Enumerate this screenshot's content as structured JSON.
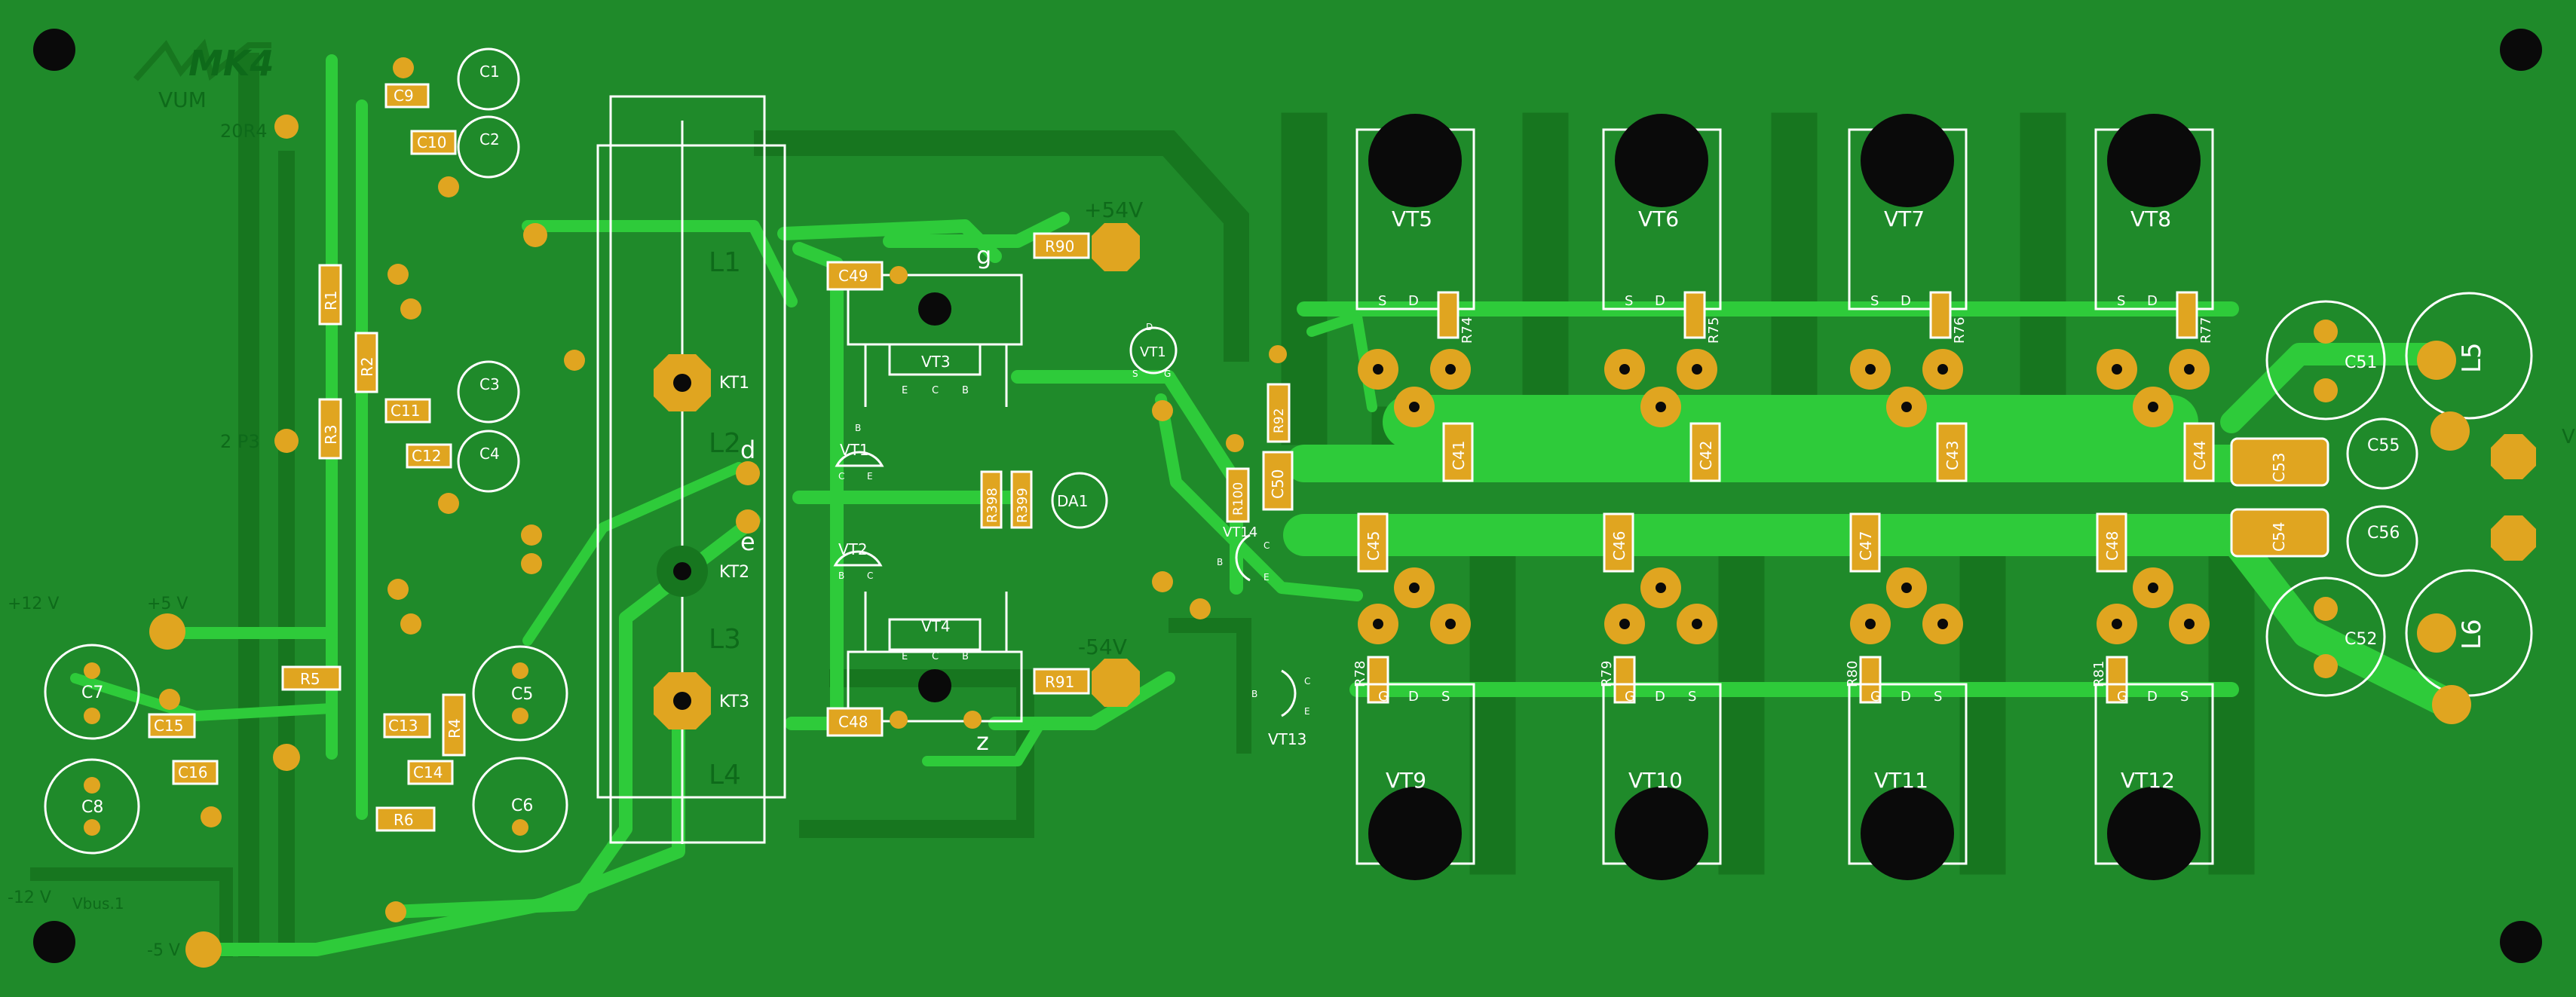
{
  "logo": {
    "mark": "MK4",
    "sub": "VUM"
  },
  "rails": {
    "pos54": "+54V",
    "neg54": "-54V",
    "pos12": "+12 V",
    "neg12": "-12 V",
    "pos5": "+5 V",
    "neg5": "-5 V",
    "v": "V"
  },
  "nets": {
    "g": "g",
    "d": "d",
    "e": "e",
    "z": "z"
  },
  "silk_misc": {
    "r20": "20R4",
    "r2p3": "2 P3",
    "vb": "Vbus.1"
  },
  "connectors": [
    "KT1",
    "KT2",
    "KT3"
  ],
  "inductors": [
    "L1",
    "L2",
    "L3",
    "L4",
    "L5",
    "L6"
  ],
  "caps_left": [
    "C9",
    "C10",
    "C11",
    "C12",
    "C13",
    "C14",
    "C15",
    "C16"
  ],
  "caps_elec": [
    "C1",
    "C2",
    "C3",
    "C4",
    "C5",
    "C6",
    "C7",
    "C8"
  ],
  "resistors_left": [
    "R1",
    "R2",
    "R3",
    "R4",
    "R5",
    "R6"
  ],
  "driver": {
    "vt3": "VT3",
    "vt4": "VT4",
    "vt1": "VT1",
    "vt2": "VT2",
    "c49": "C49",
    "c48": "C48",
    "r90": "R90",
    "r91": "R91",
    "r398": "R398",
    "r399": "R399",
    "da": "DA1",
    "vt13": "VT13",
    "vt14": "VT14",
    "vt_x": "VT1",
    "r100": "R100",
    "r92": "R92",
    "c50": "C50"
  },
  "pin_labels": {
    "ecb": [
      "E",
      "C",
      "B"
    ],
    "bce": [
      "B",
      "C",
      "E"
    ],
    "sdg": [
      "S",
      "D",
      "G"
    ],
    "gds": [
      "G",
      "D",
      "S"
    ]
  },
  "fets_top": [
    "VT5",
    "VT6",
    "VT7",
    "VT8"
  ],
  "fets_bottom": [
    "VT9",
    "VT10",
    "VT11",
    "VT12"
  ],
  "res_top": [
    "R74",
    "R75",
    "R76",
    "R77"
  ],
  "res_bottom": [
    "R78",
    "R79",
    "R80",
    "R81"
  ],
  "caps_mid_top": [
    "C41",
    "C42",
    "C43",
    "C44"
  ],
  "caps_mid_bot": [
    "C45",
    "C46",
    "C47",
    "C48"
  ],
  "caps_right": [
    "C51",
    "C52",
    "C53",
    "C54",
    "C55",
    "C56"
  ],
  "colors": {
    "board": "#1f8a2a",
    "trace": "#2ecb3a",
    "inner": "#177a22",
    "pad": "#e0a520",
    "silk": "#ffffff"
  }
}
